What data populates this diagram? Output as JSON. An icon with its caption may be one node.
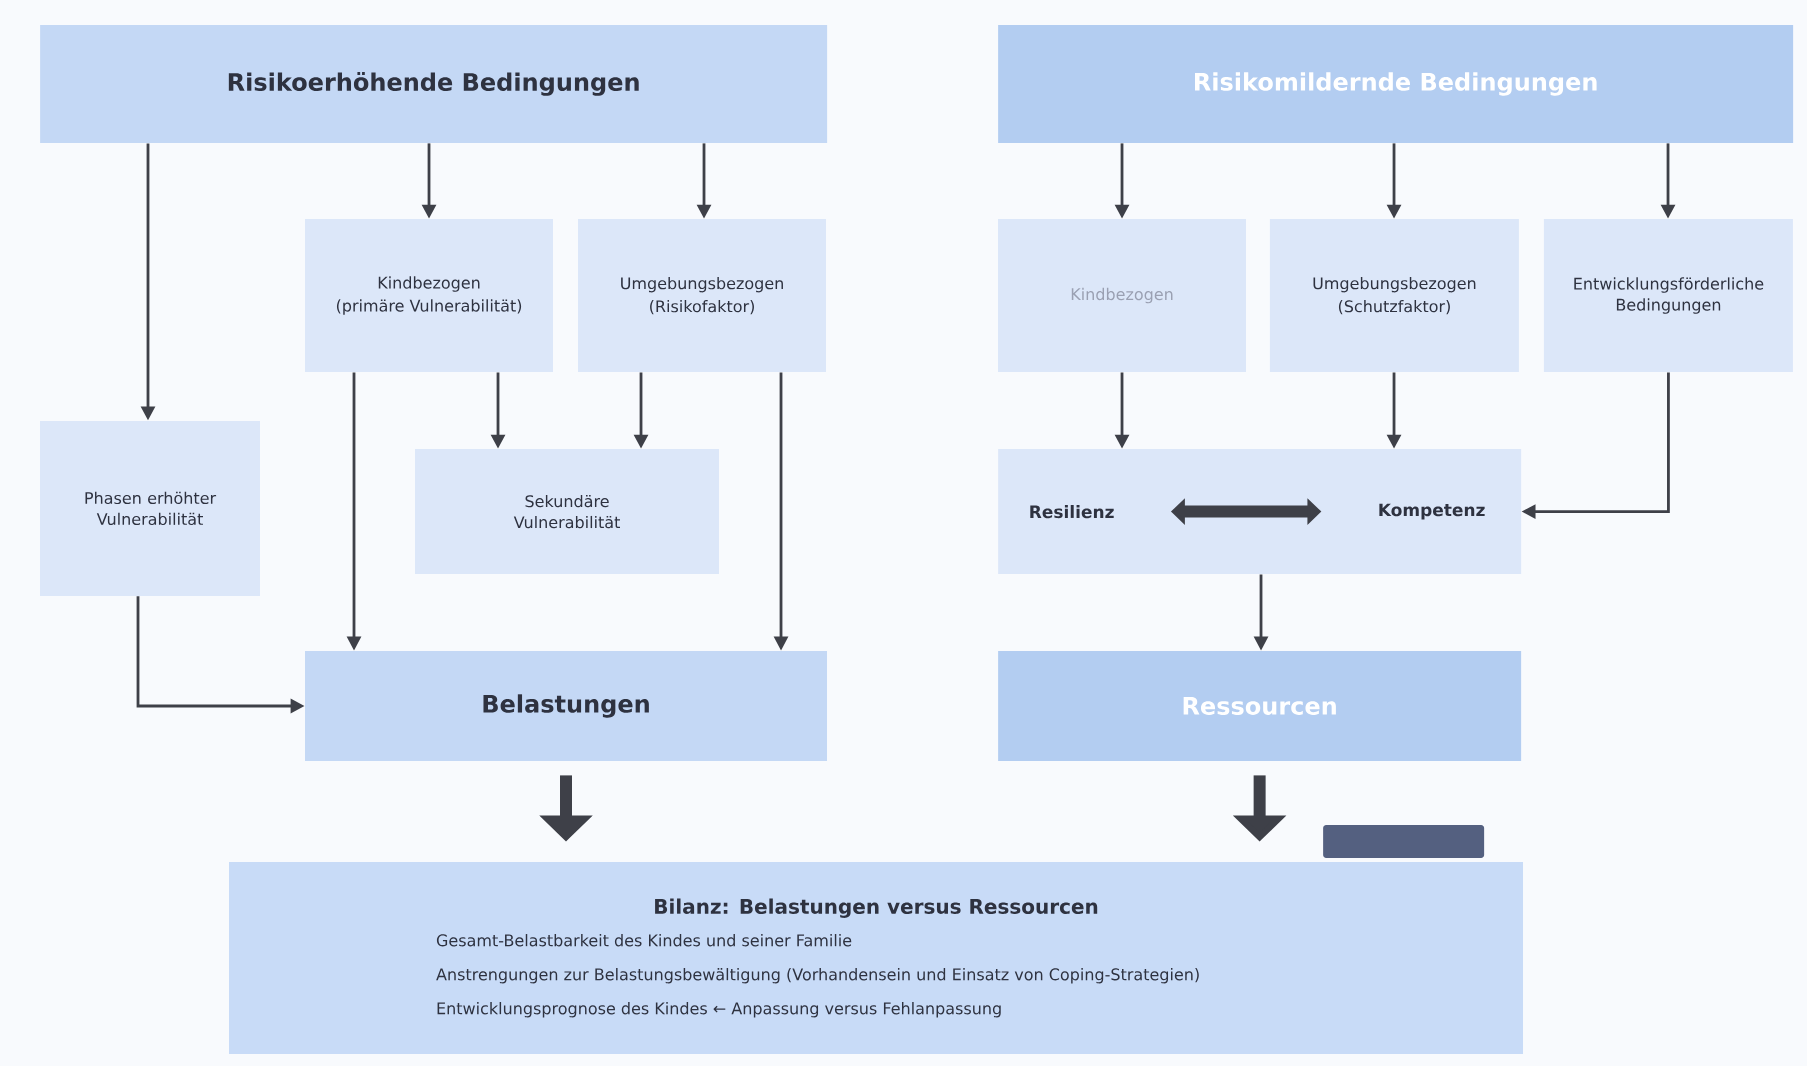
{
  "diagram": {
    "nodes": [
      {
        "text": [
          "Risikoerhöhende Bedingungen"
        ]
      },
      {
        "text": [
          "Risikomildernde Bedingungen"
        ]
      },
      {
        "text": [
          "Kindbezogen",
          "(primäre Vulnerabilität)"
        ]
      },
      {
        "text": [
          "Umgebungsbezogen",
          "(Risikofaktor)"
        ]
      },
      {
        "text": [
          "Kindbezogen"
        ]
      },
      {
        "text": [
          "Umgebungsbezogen",
          "(Schutzfaktor)"
        ]
      },
      {
        "text": [
          "Entwicklungsförderliche Bedingungen"
        ]
      },
      {
        "text": [
          "Phasen erhöhter Vulnerabilität"
        ]
      },
      {
        "text": [
          "Sekundäre Vulnerabilität"
        ]
      },
      {
        "text": [],
        "shape": "box"
      },
      {
        "text": [
          "Resilienz"
        ],
        "in": 9
      },
      {
        "text": [
          "Kompetenz"
        ],
        "in": 9
      },
      {
        "text": [
          "Belastungen"
        ]
      },
      {
        "text": [
          "Ressourcen"
        ]
      },
      {
        "text": [],
        "shape": "bar"
      },
      {
        "text": [
          "Bilanz: Belastungen versus Ressourcen",
          "Gesamt-Belastbarkeit des Kindes und seiner Familie",
          "Anstrengungen zur Belastungsbewältigung (Vorhandensein und Einsatz von Coping-Strategien)",
          "Entwicklungsprognose des Kindes ← Anpassung versus Fehlanpassung"
        ]
      }
    ],
    "edges": [
      {
        "from": 0,
        "to": 7,
        "arrow": "to"
      },
      {
        "from": 0,
        "to": 2,
        "arrow": "to"
      },
      {
        "from": 0,
        "to": 3,
        "arrow": "to"
      },
      {
        "from": 2,
        "to": 12,
        "arrow": "to"
      },
      {
        "from": 2,
        "to": 8,
        "arrow": "to"
      },
      {
        "from": 3,
        "to": 8,
        "arrow": "to"
      },
      {
        "from": 3,
        "to": 12,
        "arrow": "to"
      },
      {
        "from": 7,
        "to": 12,
        "arrow": "to"
      },
      {
        "from": 1,
        "to": 4,
        "arrow": "to"
      },
      {
        "from": 1,
        "to": 5,
        "arrow": "to"
      },
      {
        "from": 1,
        "to": 6,
        "arrow": "to"
      },
      {
        "from": 4,
        "to": 9,
        "arrow": "to"
      },
      {
        "from": 5,
        "to": 9,
        "arrow": "to"
      },
      {
        "from": 6,
        "to": 9,
        "arrow": "to"
      },
      {
        "from": 10,
        "to": 11,
        "arrow": "both",
        "style": "thick"
      },
      {
        "from": 9,
        "to": 13,
        "arrow": "to"
      },
      {
        "from": 12,
        "to": 15,
        "arrow": "to",
        "style": "thick"
      },
      {
        "from": 13,
        "to": 15,
        "arrow": "to",
        "style": "thick"
      }
    ]
  }
}
